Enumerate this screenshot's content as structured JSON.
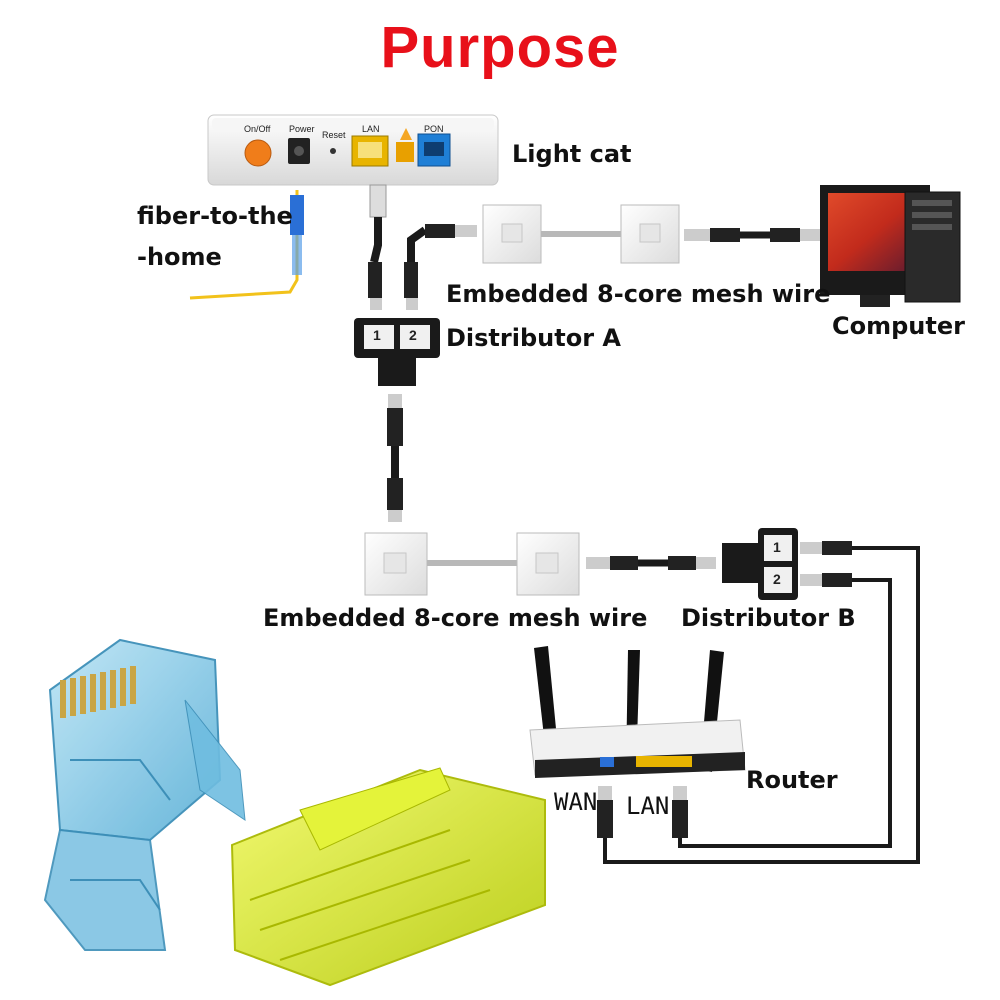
{
  "title": "Purpose",
  "labels": {
    "light_cat": "Light cat",
    "fiber_line1": "fiber-to-the",
    "fiber_line2": "-home",
    "mesh_wire_top": "Embedded 8-core mesh wire",
    "distributor_a": "Distributor A",
    "computer": "Computer",
    "mesh_wire_bottom": "Embedded 8-core mesh wire",
    "distributor_b": "Distributor B",
    "router": "Router"
  },
  "device_ports": {
    "on_off": "On/Off",
    "power": "Power",
    "reset": "Reset",
    "lan": "LAN",
    "pon": "PON"
  },
  "router_ports": {
    "wan": "WAN",
    "lan": "LAN"
  },
  "distributor_ports": [
    "1",
    "2"
  ],
  "colors": {
    "title": "#e8101a",
    "fiber": "#f2c21b",
    "cable": "#1a1a1a",
    "on_off_button": "#f07d1a",
    "lan_port": "#e8b400",
    "pon_port": "#1f7fd6",
    "connector_blue": "#8ecbe6",
    "connector_yellow": "#d9ec1c"
  }
}
